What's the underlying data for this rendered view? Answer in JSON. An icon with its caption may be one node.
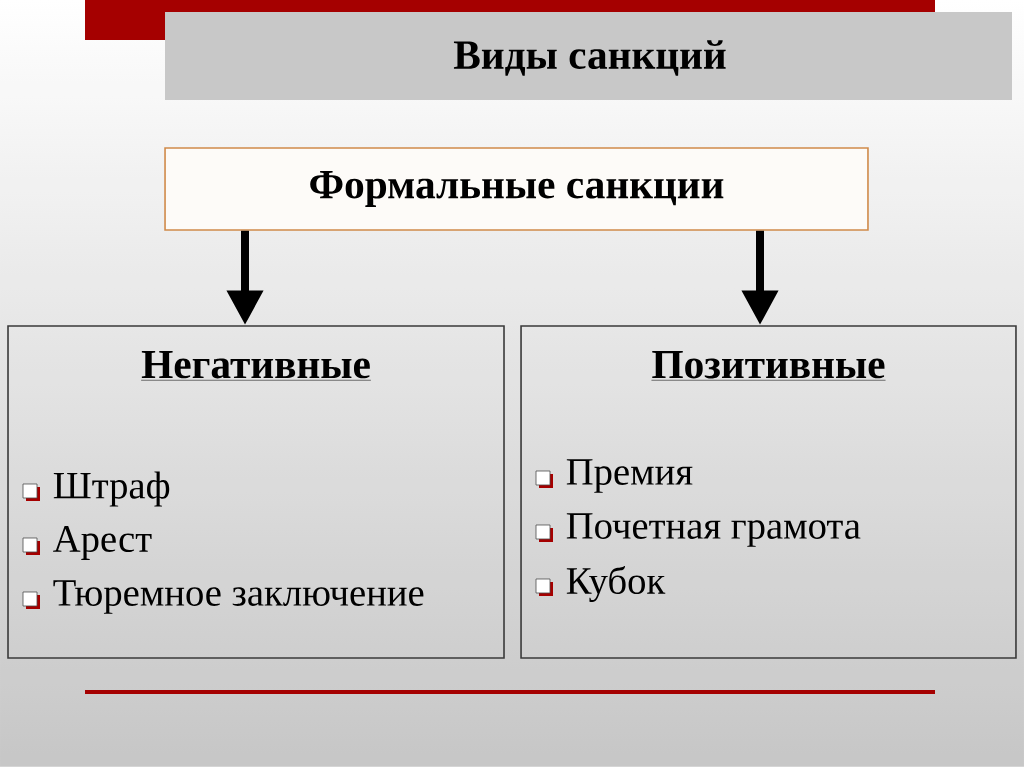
{
  "diagram": {
    "title": "Виды санкций",
    "nodes": [
      {
        "text": [
          "Формальные санкции"
        ]
      },
      {
        "text": [
          "Негативные",
          "Штраф",
          "Арест",
          "Тюремное заключение"
        ]
      },
      {
        "text": [
          "Позитивные",
          "Премия",
          "Почетная грамота",
          "Кубок"
        ]
      }
    ],
    "edges": [
      {
        "from": 0,
        "to": 1,
        "arrow": "to"
      },
      {
        "from": 0,
        "to": 2,
        "arrow": "to"
      }
    ]
  }
}
